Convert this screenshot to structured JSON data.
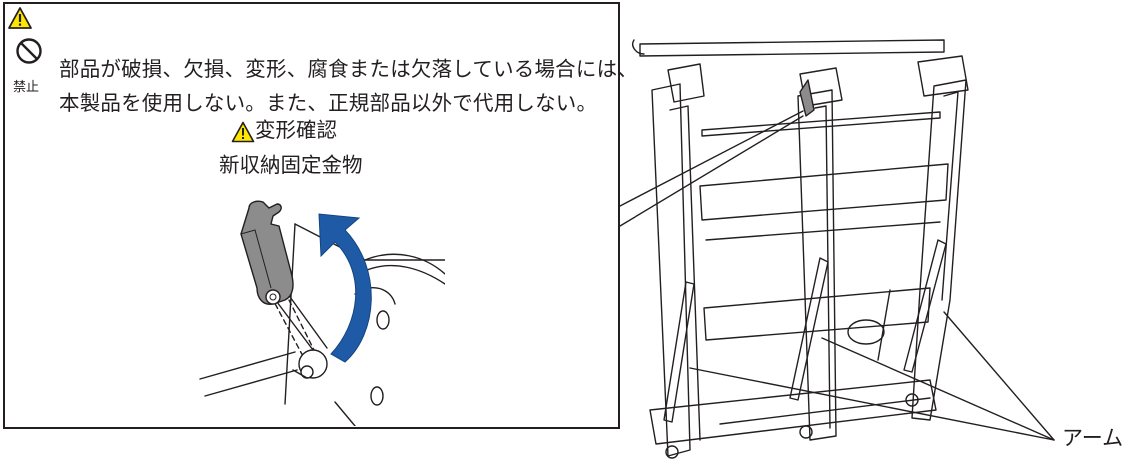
{
  "warning_text": {
    "prohibit_label": "禁止",
    "line1": "部品が破損、欠損、変形、腐食または欠落している場合には、",
    "line2": "本製品を使用しない。また、正規部品以外で代用しない。"
  },
  "detail": {
    "check_label": "変形確認",
    "part_label": "新収納固定金物"
  },
  "main": {
    "arm_label": "アーム"
  },
  "icons": [
    "warning-triangle-icon",
    "prohibited-icon",
    "rotation-arrow-icon"
  ],
  "colors": {
    "line": "#231f20",
    "warning_fill": "#ffe600",
    "arrow_fill": "#1f5aa6",
    "bracket_fill": "#8c8c8c"
  }
}
